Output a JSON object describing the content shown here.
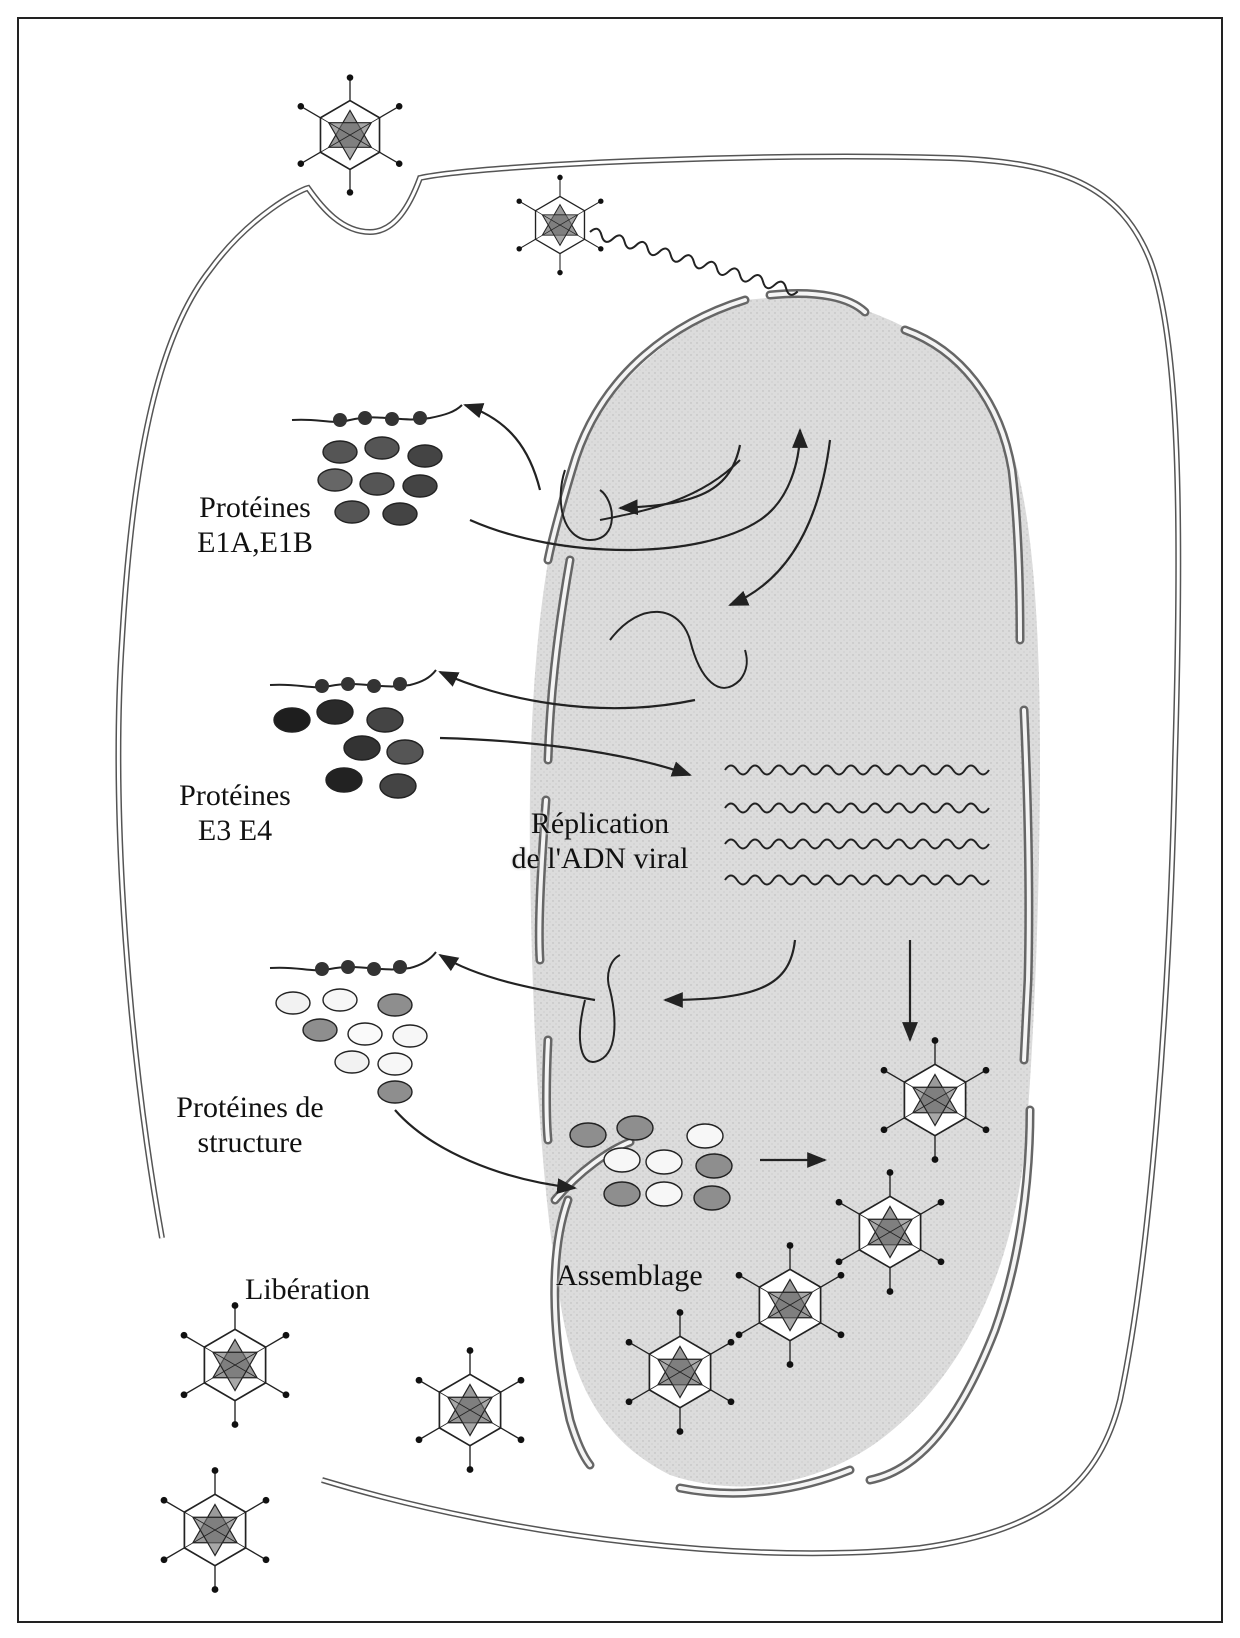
{
  "labels": {
    "e1": {
      "line1": "Protéines",
      "line2": "E1A,E1B"
    },
    "e3e4": {
      "line1": "Protéines",
      "line2": "E3 E4"
    },
    "replication": {
      "line1": "Réplication",
      "line2": "de l'ADN viral"
    },
    "structure": {
      "line1": "Protéines de",
      "line2": "structure"
    },
    "assemblage": "Assemblage",
    "liberation": "Libération"
  },
  "colors": {
    "nucleus_fill": "#d8d8d8",
    "protein_dark": "#3a3a3a",
    "protein_mid": "#8c8c8c",
    "protein_light": "#f0f0f0",
    "line": "#222222"
  }
}
